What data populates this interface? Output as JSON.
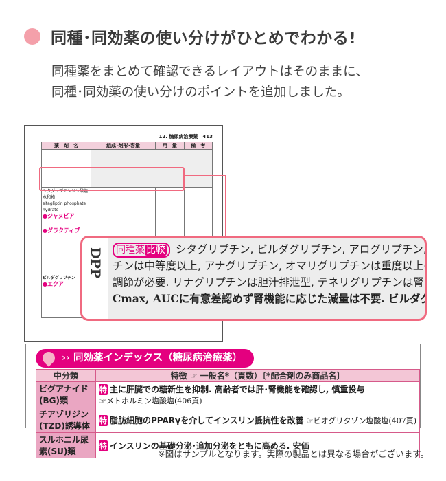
{
  "headline": "同種･同効薬の使い分けがひとめでわかる!",
  "subtext": [
    "同種薬をまとめて確認できるレイアウトはそのままに、",
    "同種･同効薬の使い分けのポイントを追加しました。"
  ],
  "sample_page": {
    "header": "12. 糖尿病治療薬　413",
    "columns": [
      "薬　剤　名",
      "組成･剤形･容量",
      "用　量",
      "備　考"
    ],
    "drug1": "シタグリプチンリン酸塩水和物",
    "drug1_en": "sitagliptin phosphate hydrate",
    "brand1": "●ジャヌビア",
    "brand2": "●グラクティブ",
    "drug2": "ビルダグリプチン",
    "brand3": "●エクア"
  },
  "callout": {
    "category": "DPP",
    "badge_a": "同種薬",
    "badge_b": "比較",
    "lines": [
      "シタグリプチン, ビルダグリプチン, アログリプチン,",
      "チンは中等度以上, アナグリプチン, オマリグリプチンは重度以上の",
      "調節が必要. リナグリプチンは胆汁排泄型, テネリグリプチンは腎",
      "Cmax, AUCに有意差認めず腎機能に応じた減量は不要. ビルダグリ"
    ]
  },
  "index": {
    "title": "›› 同効薬インデックス（糖尿病治療薬）",
    "headers": [
      "中分類",
      "特徴 ☞ 一般名*（頁数）〔*配合剤のみ商品名〕"
    ],
    "toku": "特",
    "rows": [
      {
        "class": "ビグアナイド(BG)類",
        "feature": "主に肝臓での糖新生を抑制. 高齢者では肝･腎機能を確認し, 慎重投与",
        "ref": "☞メトホルミン塩酸塩(406頁)"
      },
      {
        "class": "チアゾリジン(TZD)誘導体",
        "feature": "脂肪細胞のPPARγを介してインスリン抵抗性を改善",
        "ref": "☞ビオグリタゾン塩酸塩(407頁)"
      },
      {
        "class": "スルホニル尿素(SU)類",
        "feature": "インスリンの基礎分泌･追加分泌をともに高める. 安価",
        "ref": ""
      }
    ]
  },
  "footnote": "※図はサンプルとなります。実際の製品とは異なる場合がございます。",
  "colors": {
    "accent": "#e4007f",
    "callout_border": "#f06a80",
    "dot": "#f4a0aa"
  }
}
